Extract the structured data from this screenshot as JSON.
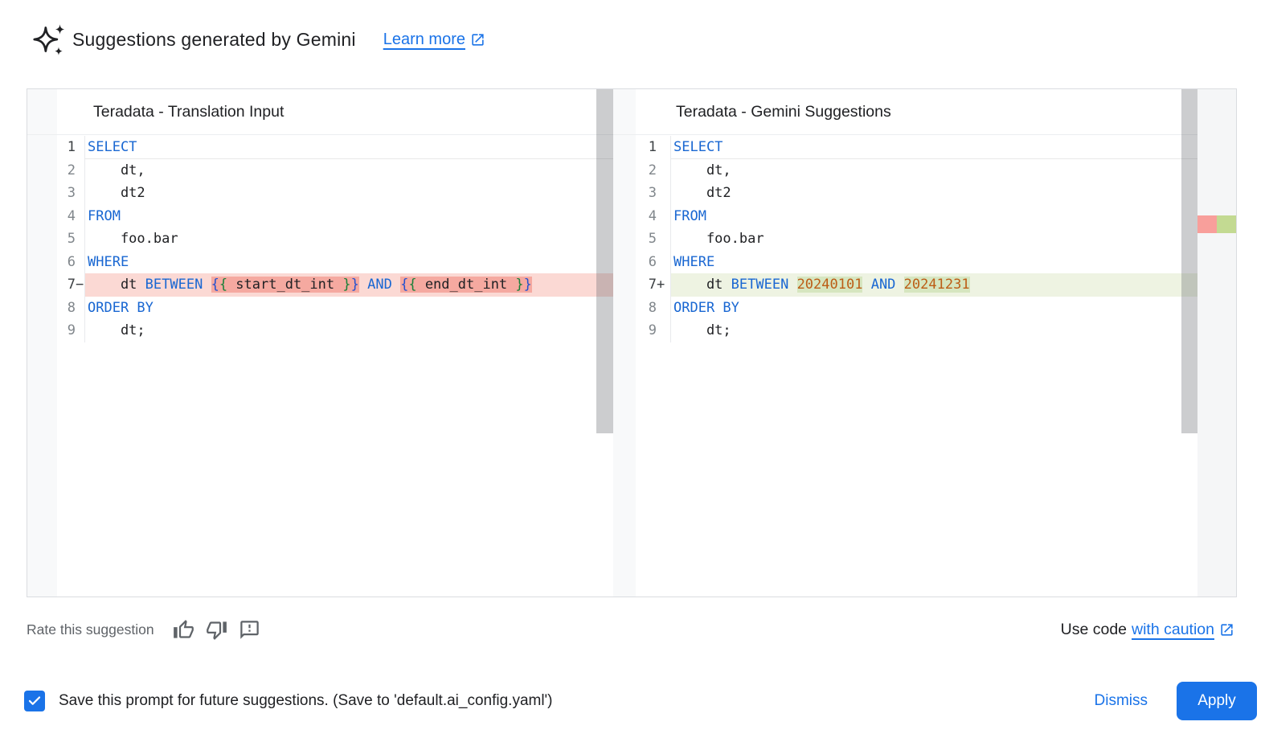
{
  "header": {
    "title": "Suggestions generated by Gemini",
    "learn_more_label": "Learn more"
  },
  "diff": {
    "left": {
      "title": "Teradata - Translation Input",
      "lines": [
        {
          "num": "1",
          "sign": "",
          "current": true,
          "tokens": [
            [
              "SELECT",
              "kw"
            ]
          ]
        },
        {
          "num": "2",
          "sign": "",
          "tokens": [
            [
              "    dt,",
              "pl"
            ]
          ]
        },
        {
          "num": "3",
          "sign": "",
          "tokens": [
            [
              "    dt2",
              "pl"
            ]
          ]
        },
        {
          "num": "4",
          "sign": "",
          "tokens": [
            [
              "FROM",
              "kw"
            ]
          ]
        },
        {
          "num": "5",
          "sign": "",
          "tokens": [
            [
              "    foo.bar",
              "pl"
            ]
          ]
        },
        {
          "num": "6",
          "sign": "",
          "tokens": [
            [
              "WHERE",
              "kw"
            ]
          ]
        },
        {
          "num": "7",
          "sign": "−",
          "diff": "removed",
          "tokens": [
            [
              "    dt ",
              "pl"
            ],
            [
              "BETWEEN",
              "kw"
            ],
            [
              " ",
              "pl"
            ],
            [
              "{",
              "brb",
              1
            ],
            [
              "{",
              "brg",
              1
            ],
            [
              " start_dt_int ",
              "pl",
              1
            ],
            [
              "}",
              "brg",
              1
            ],
            [
              "}",
              "brb",
              1
            ],
            [
              " ",
              "pl"
            ],
            [
              "AND",
              "kw"
            ],
            [
              " ",
              "pl"
            ],
            [
              "{",
              "brb",
              1
            ],
            [
              "{",
              "brg",
              1
            ],
            [
              " end_dt_int ",
              "pl",
              1
            ],
            [
              "}",
              "brg",
              1
            ],
            [
              "}",
              "brb",
              1
            ]
          ]
        },
        {
          "num": "8",
          "sign": "",
          "tokens": [
            [
              "ORDER BY",
              "kw"
            ]
          ]
        },
        {
          "num": "9",
          "sign": "",
          "tokens": [
            [
              "    dt;",
              "pl"
            ]
          ]
        }
      ]
    },
    "right": {
      "title": "Teradata - Gemini Suggestions",
      "lines": [
        {
          "num": "1",
          "sign": "",
          "current": true,
          "tokens": [
            [
              "SELECT",
              "kw"
            ]
          ]
        },
        {
          "num": "2",
          "sign": "",
          "tokens": [
            [
              "    dt,",
              "pl"
            ]
          ]
        },
        {
          "num": "3",
          "sign": "",
          "tokens": [
            [
              "    dt2",
              "pl"
            ]
          ]
        },
        {
          "num": "4",
          "sign": "",
          "tokens": [
            [
              "FROM",
              "kw"
            ]
          ]
        },
        {
          "num": "5",
          "sign": "",
          "tokens": [
            [
              "    foo.bar",
              "pl"
            ]
          ]
        },
        {
          "num": "6",
          "sign": "",
          "tokens": [
            [
              "WHERE",
              "kw"
            ]
          ]
        },
        {
          "num": "7",
          "sign": "+",
          "diff": "added",
          "tokens": [
            [
              "    dt ",
              "pl"
            ],
            [
              "BETWEEN",
              "kw"
            ],
            [
              " ",
              "pl"
            ],
            [
              "20240101",
              "num",
              1
            ],
            [
              " ",
              "pl"
            ],
            [
              "AND",
              "kw"
            ],
            [
              " ",
              "pl"
            ],
            [
              "20241231",
              "num",
              1
            ]
          ]
        },
        {
          "num": "8",
          "sign": "",
          "tokens": [
            [
              "ORDER BY",
              "kw"
            ]
          ]
        },
        {
          "num": "9",
          "sign": "",
          "tokens": [
            [
              "    dt;",
              "pl"
            ]
          ]
        }
      ]
    }
  },
  "rate": {
    "label": "Rate this suggestion"
  },
  "use_code": {
    "prefix": "Use code",
    "link": "with caution"
  },
  "footer": {
    "checkbox_checked": true,
    "save_label": "Save this prompt for future suggestions. (Save to 'default.ai_config.yaml')",
    "dismiss_label": "Dismiss",
    "apply_label": "Apply"
  },
  "colors": {
    "accent": "#1a73e8",
    "keyword": "#1967d2",
    "number": "#bc5d15",
    "removed_line": "#fbd9d4",
    "removed_char": "#f5a9a0",
    "added_line": "#eef3e2",
    "added_char": "#d6e6c0",
    "ruler_red": "#f89f9b",
    "ruler_green": "#c3da92"
  }
}
